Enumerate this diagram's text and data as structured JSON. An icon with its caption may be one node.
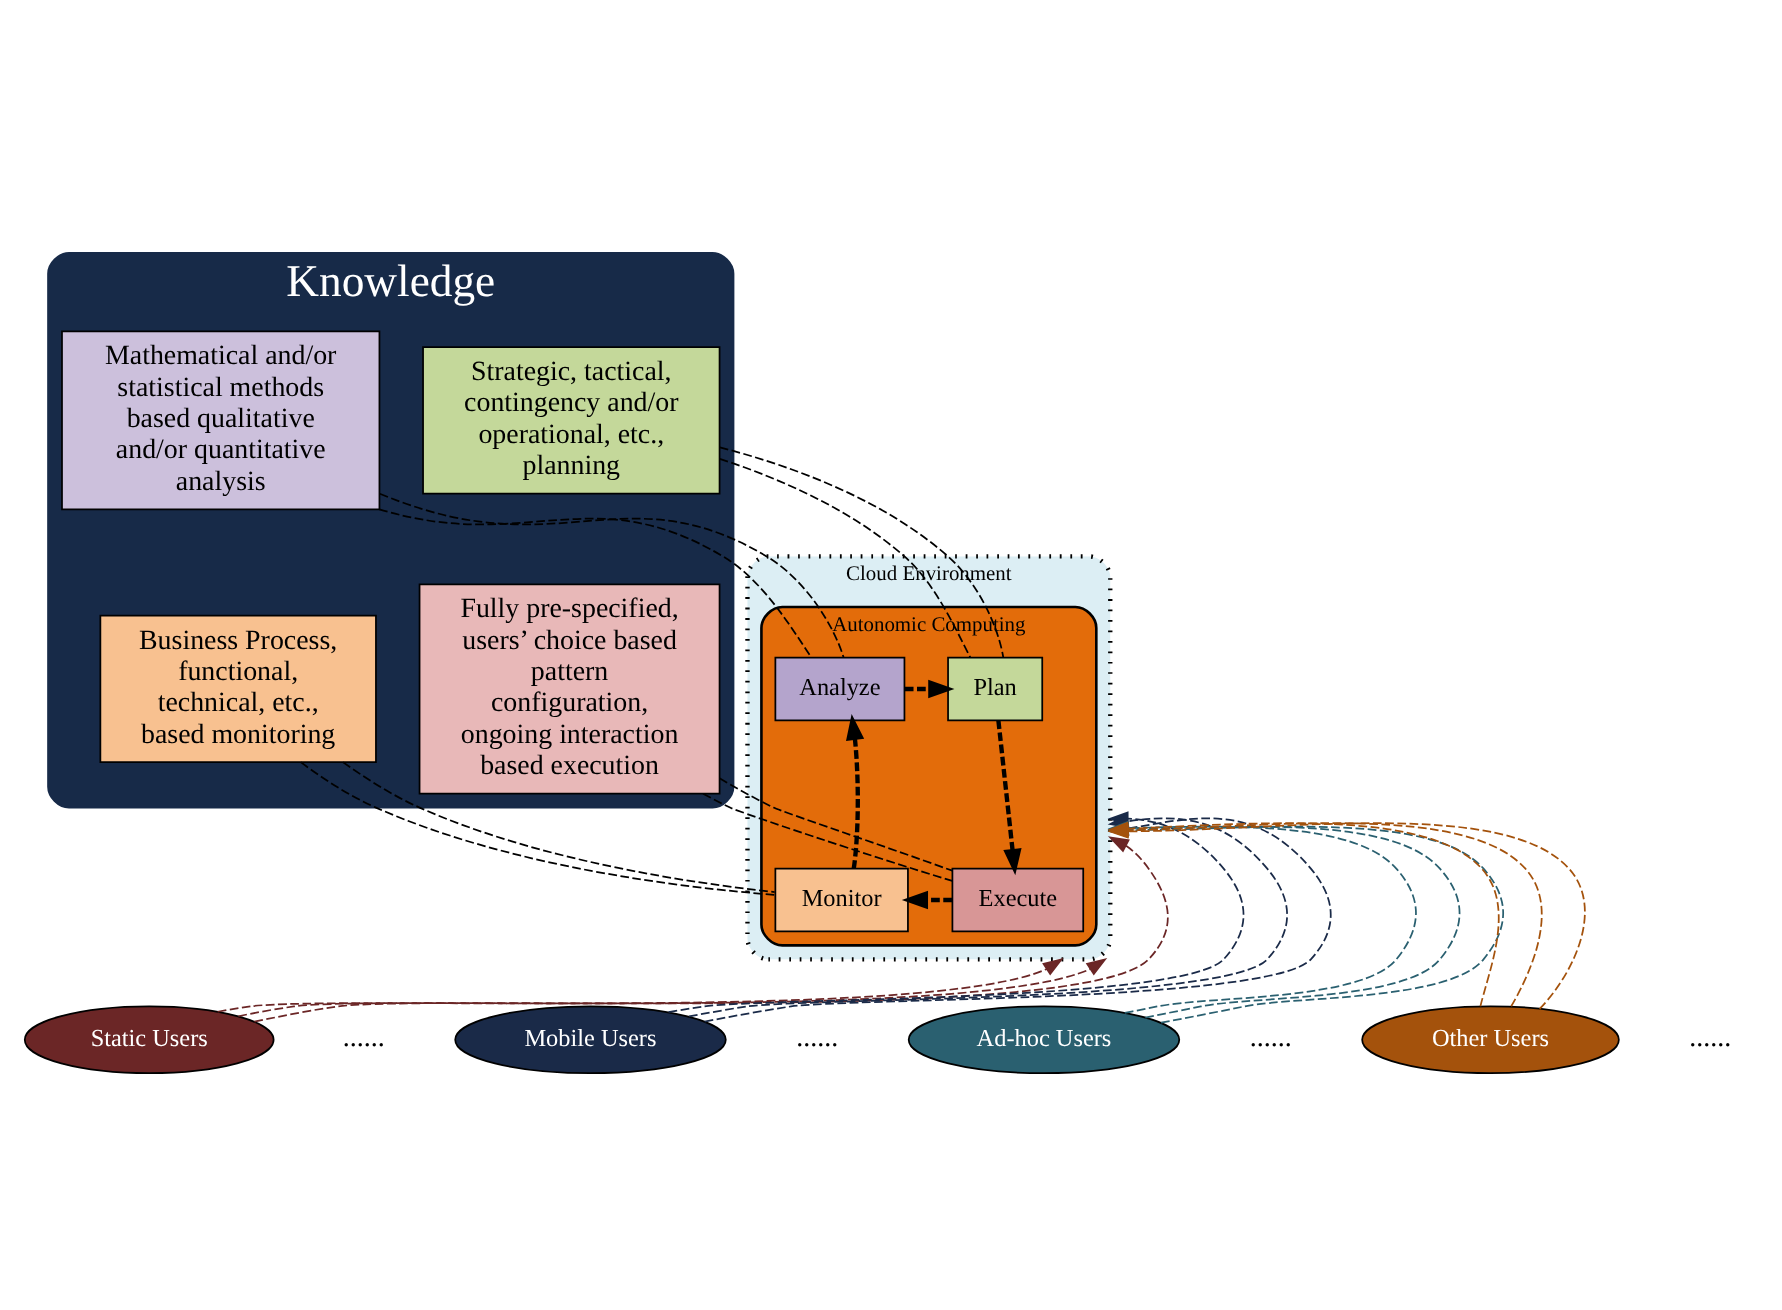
{
  "diagram": {
    "nodes": [
      {
        "text": [
          "Knowledge"
        ]
      },
      {
        "text": [
          "Business Process, functional, technical, etc., based monitoring"
        ],
        "in": 0
      },
      {
        "text": [
          "Mathematical and/or statistical methods based qualitative and/or quantitative analysis"
        ],
        "in": 0
      },
      {
        "text": [
          "Strategic, tactical, contingency and/or operational, etc., planning"
        ],
        "in": 0
      },
      {
        "text": [
          "Fully pre-specified, users’ choice based pattern configuration, ongoing interaction based execution"
        ],
        "in": 0
      },
      {
        "text": [
          "Cloud Environment"
        ]
      },
      {
        "text": [
          "Autonomic Computing"
        ],
        "in": 5
      },
      {
        "text": [
          "Analyze"
        ],
        "in": 6
      },
      {
        "text": [
          "Plan"
        ],
        "in": 6
      },
      {
        "text": [
          "Monitor"
        ],
        "in": 6
      },
      {
        "text": [
          "Execute"
        ],
        "in": 6
      },
      {
        "text": [
          "Static Users"
        ]
      },
      {
        "text": [
          "Mobile Users"
        ]
      },
      {
        "text": [
          "Ad-hoc Users"
        ]
      },
      {
        "text": [
          "Other Users"
        ]
      }
    ],
    "edges": [
      {
        "from": 9,
        "to": 7,
        "arrow": "to",
        "style": "dashed"
      },
      {
        "from": 7,
        "to": 8,
        "arrow": "to",
        "style": "dashed"
      },
      {
        "from": 8,
        "to": 10,
        "arrow": "to",
        "style": "dashed"
      },
      {
        "from": 10,
        "to": 9,
        "arrow": "to",
        "style": "dashed"
      },
      {
        "from": 1,
        "to": 9,
        "arrow": "none",
        "style": "dashed"
      },
      {
        "from": 1,
        "to": 9,
        "arrow": "none",
        "style": "dashed"
      },
      {
        "from": 2,
        "to": 7,
        "arrow": "none",
        "style": "dashed"
      },
      {
        "from": 2,
        "to": 7,
        "arrow": "none",
        "style": "dashed"
      },
      {
        "from": 3,
        "to": 8,
        "arrow": "none",
        "style": "dashed"
      },
      {
        "from": 3,
        "to": 8,
        "arrow": "none",
        "style": "dashed"
      },
      {
        "from": 4,
        "to": 10,
        "arrow": "none",
        "style": "dashed"
      },
      {
        "from": 4,
        "to": 10,
        "arrow": "none",
        "style": "dashed"
      },
      {
        "from": 11,
        "to": 5,
        "arrow": "to",
        "style": "dashed",
        "color": "#6b2626"
      },
      {
        "from": 11,
        "to": 5,
        "arrow": "to",
        "style": "dashed",
        "color": "#6b2626"
      },
      {
        "from": 11,
        "to": 5,
        "arrow": "to",
        "style": "dashed",
        "color": "#6b2626"
      },
      {
        "from": 12,
        "to": 5,
        "arrow": "to",
        "style": "dashed",
        "color": "#1a2a48"
      },
      {
        "from": 12,
        "to": 5,
        "arrow": "to",
        "style": "dashed",
        "color": "#1a2a48"
      },
      {
        "from": 12,
        "to": 5,
        "arrow": "to",
        "style": "dashed",
        "color": "#1a2a48"
      },
      {
        "from": 13,
        "to": 5,
        "arrow": "to",
        "style": "dashed",
        "color": "#2a6070"
      },
      {
        "from": 13,
        "to": 5,
        "arrow": "to",
        "style": "dashed",
        "color": "#2a6070"
      },
      {
        "from": 13,
        "to": 5,
        "arrow": "to",
        "style": "dashed",
        "color": "#2a6070"
      },
      {
        "from": 14,
        "to": 5,
        "arrow": "to",
        "style": "dashed",
        "color": "#a4520c"
      },
      {
        "from": 14,
        "to": 5,
        "arrow": "to",
        "style": "dashed",
        "color": "#a4520c"
      },
      {
        "from": 14,
        "to": 5,
        "arrow": "to",
        "style": "dashed",
        "color": "#a4520c"
      }
    ],
    "labels": [
      "......",
      "......",
      "......",
      "......"
    ]
  }
}
